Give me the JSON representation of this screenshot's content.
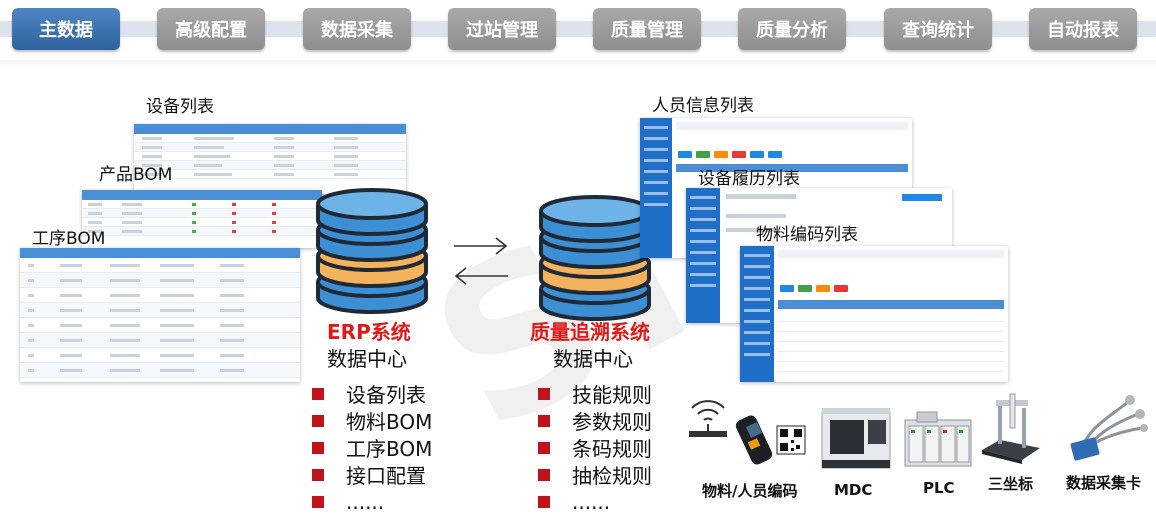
{
  "nav": {
    "tabs": [
      {
        "label": "主数据",
        "active": true
      },
      {
        "label": "高级配置",
        "active": false
      },
      {
        "label": "数据采集",
        "active": false
      },
      {
        "label": "过站管理",
        "active": false
      },
      {
        "label": "质量管理",
        "active": false
      },
      {
        "label": "质量分析",
        "active": false
      },
      {
        "label": "查询统计",
        "active": false
      },
      {
        "label": "自动报表",
        "active": false
      }
    ]
  },
  "watermark": "SIC",
  "erp": {
    "captions": {
      "equipment_list": "设备列表",
      "product_bom": "产品BOM",
      "process_bom": "工序BOM"
    },
    "title": "ERP系统",
    "subtitle": "数据中心",
    "items": [
      "设备列表",
      "物料BOM",
      "工序BOM",
      "接口配置",
      "......"
    ]
  },
  "qts": {
    "captions": {
      "personnel_list": "人员信息列表",
      "equipment_history": "设备履历列表",
      "material_code_list": "物料编码列表"
    },
    "title": "质量追溯系统",
    "subtitle": "数据中心",
    "items": [
      "技能规则",
      "参数规则",
      "条码规则",
      "抽检规则",
      "......"
    ]
  },
  "devices": {
    "labels": [
      "物料/人员编码",
      "MDC",
      "PLC",
      "三坐标",
      "数据采集卡"
    ]
  },
  "colors": {
    "tab_active": "#3a72b3",
    "tab_inactive": "#9b9b9b",
    "db_blue": "#3d8fd3",
    "db_orange": "#f3b35d",
    "title_red": "#e0191a",
    "bullet_red": "#c0141c"
  },
  "icons": {
    "database": "database-icon",
    "arrow_right": "arrow-right-icon",
    "arrow_left": "arrow-left-icon",
    "wireless": "wireless-signal-icon"
  }
}
